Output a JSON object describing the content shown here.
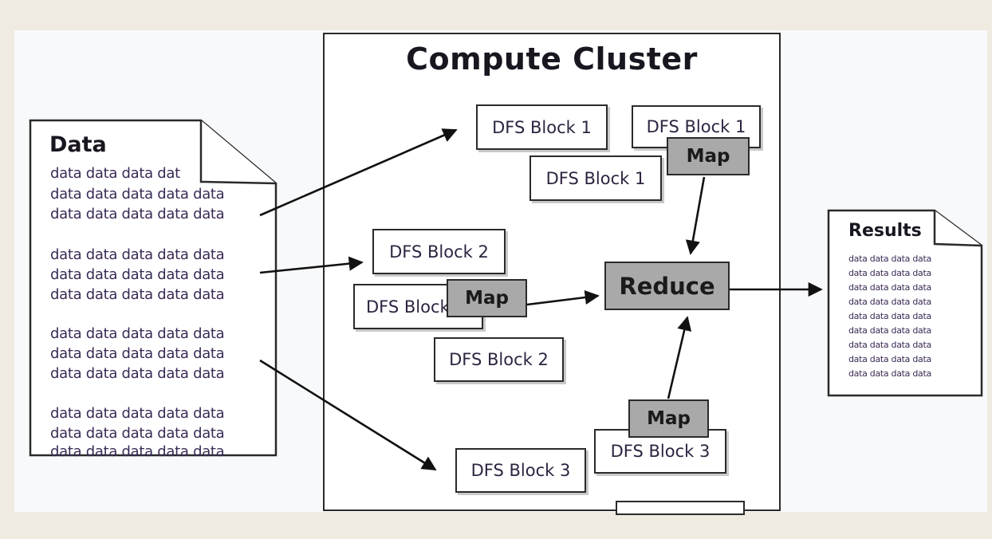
{
  "diagram": {
    "cluster_title": "Compute Cluster",
    "data_doc": {
      "title": "Data",
      "lines": [
        "data data data dat",
        "data data data data data",
        "data data data data data",
        "data data data data data",
        "data data data data data",
        "data data data data data",
        "data data data data data",
        "data data data data data",
        "data data data data data",
        "data data data data data",
        "data data data data data",
        "data data data data data"
      ]
    },
    "results_doc": {
      "title": "Results",
      "lines": [
        "data data data data",
        "data data data data",
        "data data data data",
        "data data data data",
        "data data data data",
        "data data data data",
        "data data data data",
        "data data data data",
        "data data data data"
      ]
    },
    "blocks": {
      "b1a": "DFS Block 1",
      "b1b": "DFS Block 1",
      "b1c": "DFS Block 1",
      "b2a": "DFS Block 2",
      "b2b": "DFS Block",
      "b2c": "DFS Block 2",
      "b3a": "DFS Block 3",
      "b3b": "DFS Block 3"
    },
    "map_label": "Map",
    "reduce_label": "Reduce"
  }
}
